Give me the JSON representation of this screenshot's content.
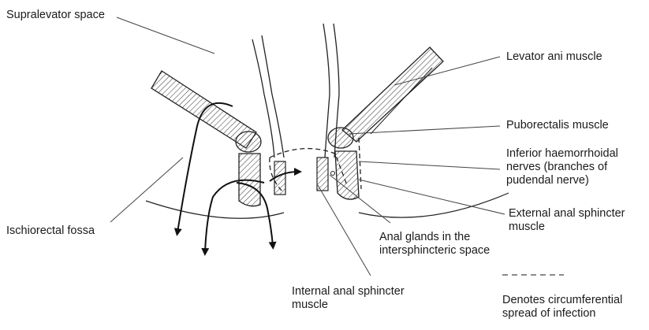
{
  "labels": {
    "supralevator": "Supralevator space",
    "levator": "Levator ani muscle",
    "puborectalis": "Puborectalis muscle",
    "inferior_nerves": [
      "Inferior haemorrhoidal",
      "nerves (branches of",
      "pudendal nerve)"
    ],
    "external_sphincter": [
      "External anal sphincter",
      "muscle"
    ],
    "anal_glands": [
      "Anal glands in the",
      "intersphincteric space"
    ],
    "internal_sphincter": [
      "Internal anal sphincter",
      "muscle"
    ],
    "ischiorectal": "Ischiorectal fossa",
    "legend": [
      "Denotes circumferential",
      "spread of infection"
    ]
  }
}
